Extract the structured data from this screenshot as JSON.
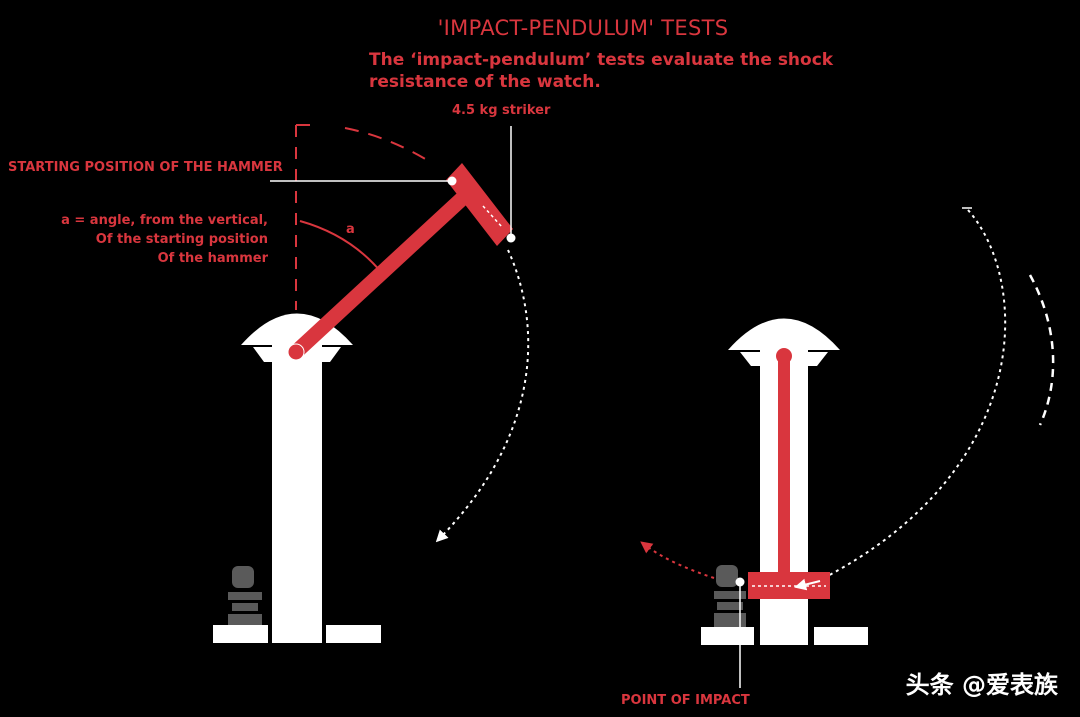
{
  "title": "'IMPACT-PENDULUM' TESTS",
  "subtitle": "The ‘impact-pendulum’ tests evaluate the shock resistance of the watch.",
  "labels": {
    "striker": "4.5 kg striker",
    "starting_position": "STARTING POSITION OF THE HAMMER",
    "angle_note_line1": "a = angle, from the vertical,",
    "angle_note_line2": "Of the starting position",
    "angle_note_line3": "Of the hammer",
    "angle_symbol": "a",
    "point_of_impact": "POINT OF IMPACT"
  },
  "watermark": "头条 @爱表族",
  "colors": {
    "accent": "#d9363e",
    "structure": "#ffffff",
    "watch": "#5a5a5a",
    "background": "#000000"
  }
}
